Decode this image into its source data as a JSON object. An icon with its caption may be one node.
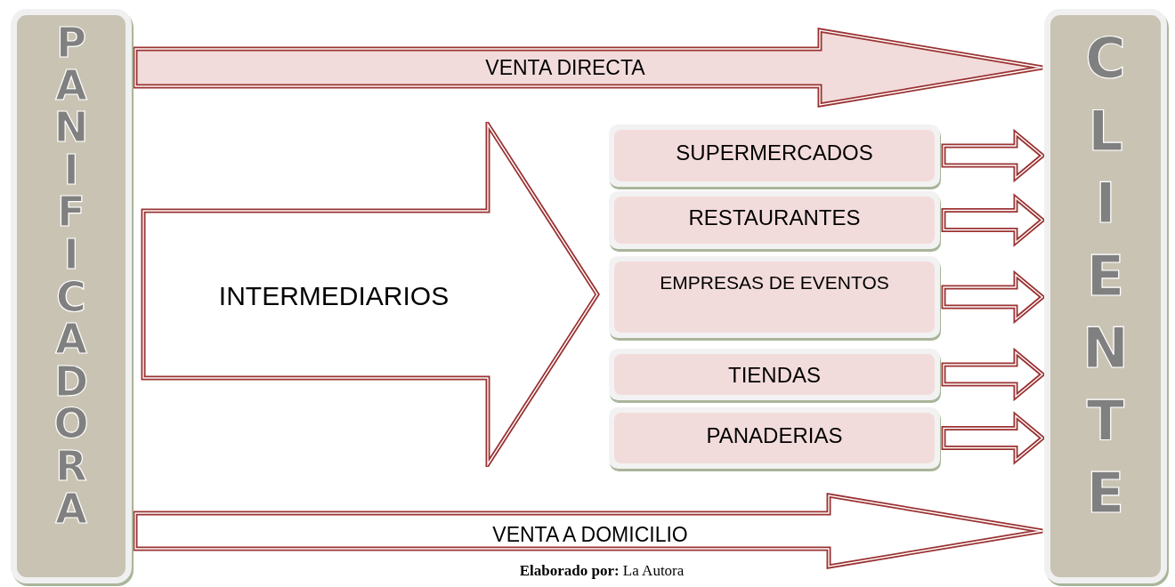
{
  "diagram": {
    "caption": "**Elaborado por:** La Autora",
    "nodes": [
      {
        "text": [
          "PANIFICADORA"
        ]
      },
      {
        "text": [
          "CLIENTE"
        ]
      },
      {
        "text": [
          "INTERMEDIARIOS"
        ]
      },
      {
        "text": [
          "SUPERMERCADOS"
        ]
      },
      {
        "text": [
          "RESTAURANTES"
        ]
      },
      {
        "text": [
          "EMPRESAS DE EVENTOS"
        ]
      },
      {
        "text": [
          "TIENDAS"
        ]
      },
      {
        "text": [
          "PANADERIAS"
        ]
      }
    ],
    "edges": [
      {
        "from": 0,
        "to": 1,
        "arrow": "to",
        "label": "VENTA DIRECTA"
      },
      {
        "from": 3,
        "to": 1,
        "arrow": "to"
      },
      {
        "from": 4,
        "to": 1,
        "arrow": "to"
      },
      {
        "from": 5,
        "to": 1,
        "arrow": "to"
      },
      {
        "from": 6,
        "to": 1,
        "arrow": "to"
      },
      {
        "from": 7,
        "to": 1,
        "arrow": "to"
      },
      {
        "from": 0,
        "to": 1,
        "arrow": "to",
        "label": "VENTA A DOMICILIO"
      }
    ]
  }
}
